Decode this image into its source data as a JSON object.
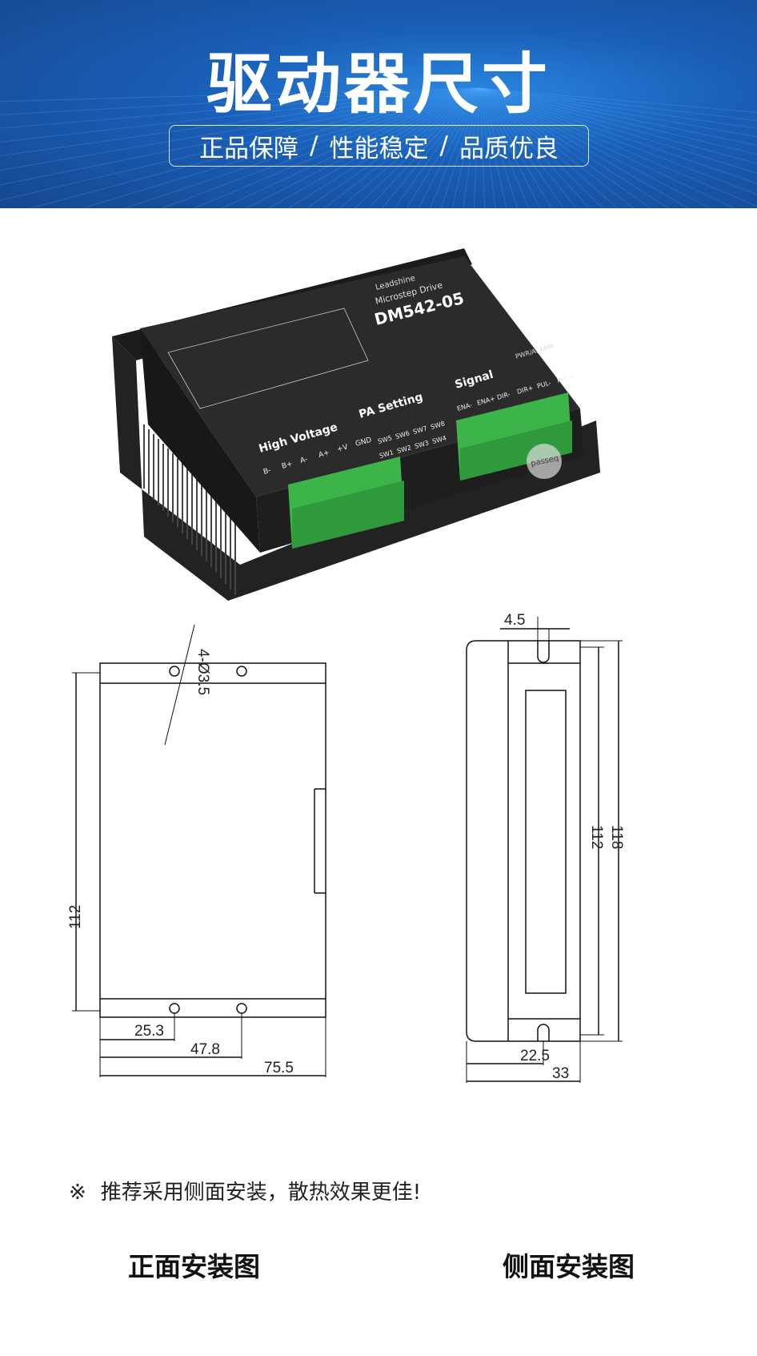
{
  "banner": {
    "title": "驱动器尺寸",
    "slogans": [
      "正品保障",
      "性能稳定",
      "品质优良"
    ],
    "separator": "/"
  },
  "product": {
    "brand": "Leadshine",
    "model": "DM542-05",
    "subtitle": "Microstep Drive",
    "sections": [
      "High Voltage",
      "PA Setting",
      "Signal",
      "PWR/ALARM"
    ],
    "power_pins": [
      "B-",
      "B+",
      "A-",
      "A+",
      "+V",
      "GND"
    ],
    "switches": [
      "SW1",
      "SW2",
      "SW3",
      "SW4",
      "SW5",
      "SW6",
      "SW7",
      "SW8"
    ],
    "signal_pins": [
      "ENA-",
      "ENA+",
      "DIR-",
      "DIR+",
      "PUL-",
      "PUL+"
    ],
    "sticker": "passeq"
  },
  "front_view": {
    "hole_label": "4-Ø3.5",
    "height": "112",
    "dim_hole1": "25.3",
    "dim_hole2": "47.8",
    "width": "75.5"
  },
  "side_view": {
    "slot": "4.5",
    "inner_height": "112",
    "outer_height": "118",
    "slot_offset": "22.5",
    "depth": "33"
  },
  "note": {
    "mark": "※",
    "text": "推荐采用侧面安装，散热效果更佳!"
  },
  "captions": {
    "front": "正面安装图",
    "side": "侧面安装图"
  }
}
